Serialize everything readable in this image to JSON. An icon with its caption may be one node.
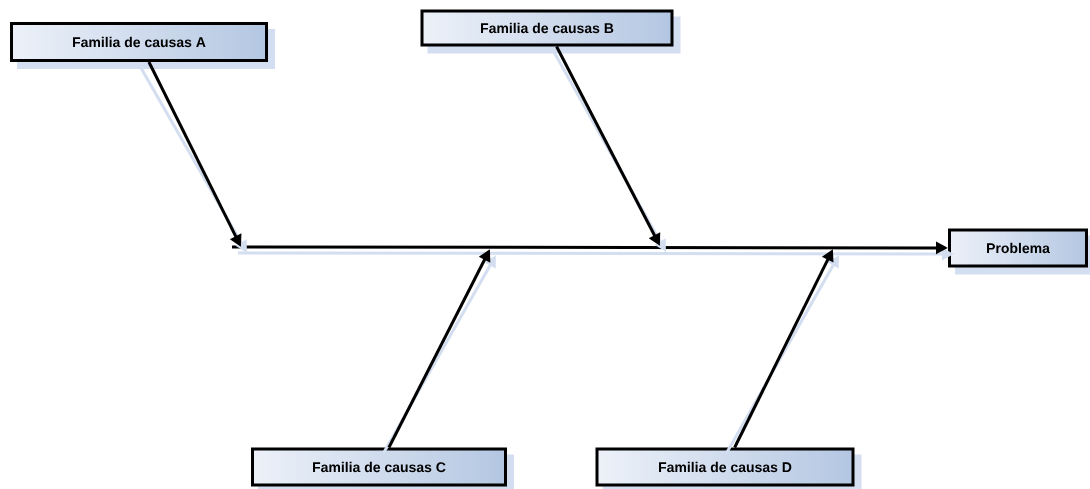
{
  "diagram": {
    "nodes": [
      {
        "text": [
          "Familia de causas A"
        ]
      },
      {
        "text": [
          "Familia de causas B"
        ]
      },
      {
        "text": [
          "Familia de causas C"
        ]
      },
      {
        "text": [
          "Familia de causas D"
        ]
      },
      {
        "text": [
          "Problema"
        ]
      }
    ],
    "edges": [
      {
        "from": null,
        "to": 4,
        "arrow": "to"
      },
      {
        "from": 0,
        "to": null,
        "arrow": "to"
      },
      {
        "from": 1,
        "to": null,
        "arrow": "to"
      },
      {
        "from": 2,
        "to": null,
        "arrow": "to"
      },
      {
        "from": 3,
        "to": null,
        "arrow": "to"
      }
    ]
  }
}
